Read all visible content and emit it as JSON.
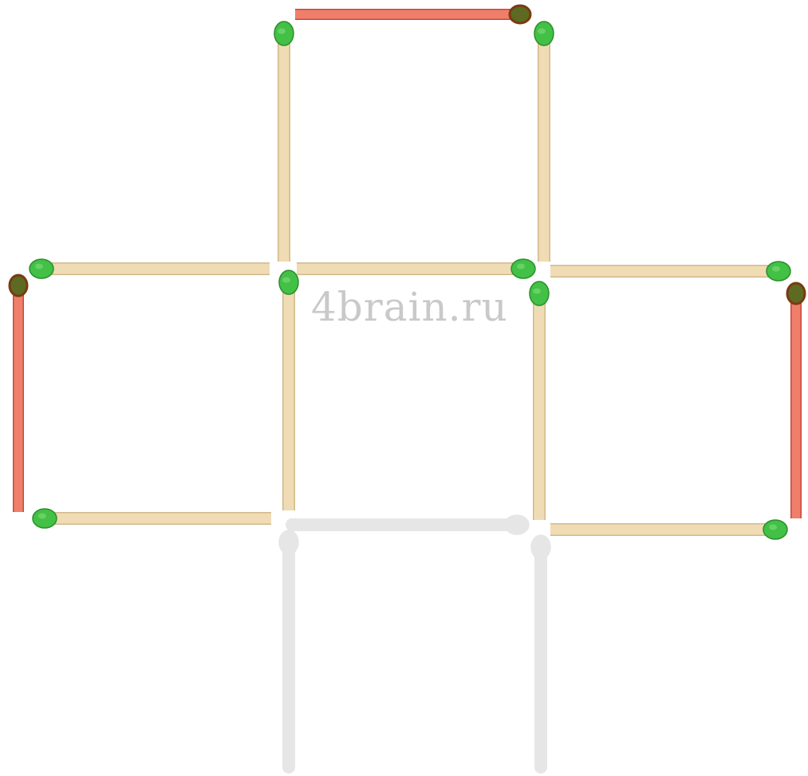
{
  "watermark": "4brain.ru",
  "colors": {
    "background": "#ffffff",
    "stick_wood": "#f0dcb4",
    "stick_outline": "#d2b98c",
    "match_head_default": "#43c046",
    "match_head_default_dark": "#2a8f2c",
    "moved_stick": "#ef7f6b",
    "moved_stick_outline": "#c9473a",
    "moved_head": "#5c6a22",
    "moved_head_ring": "#7a3a10",
    "removed_ghost": "#e6e6e6"
  },
  "matchsticks": [
    {
      "id": "top-square-top",
      "state": "moved",
      "head_icon": "burnt-match-head-icon"
    },
    {
      "id": "top-square-left",
      "state": "default",
      "head_icon": "match-head-icon"
    },
    {
      "id": "top-square-right",
      "state": "default",
      "head_icon": "match-head-icon"
    },
    {
      "id": "left-square-top",
      "state": "default",
      "head_icon": "match-head-icon"
    },
    {
      "id": "left-square-left",
      "state": "moved",
      "head_icon": "burnt-match-head-icon"
    },
    {
      "id": "left-square-bottom",
      "state": "default",
      "head_icon": "match-head-icon"
    },
    {
      "id": "center-square-top",
      "state": "default",
      "head_icon": "match-head-icon"
    },
    {
      "id": "center-square-left",
      "state": "default",
      "head_icon": "match-head-icon"
    },
    {
      "id": "center-square-right",
      "state": "default",
      "head_icon": "match-head-icon"
    },
    {
      "id": "right-square-top",
      "state": "default",
      "head_icon": "match-head-icon"
    },
    {
      "id": "right-square-right",
      "state": "moved",
      "head_icon": "burnt-match-head-icon"
    },
    {
      "id": "right-square-bottom",
      "state": "default",
      "head_icon": "match-head-icon"
    },
    {
      "id": "removed-center-bottom",
      "state": "removed",
      "head_icon": "ghost-match-head-icon"
    },
    {
      "id": "removed-lower-left",
      "state": "removed",
      "head_icon": "ghost-match-head-icon"
    },
    {
      "id": "removed-lower-right",
      "state": "removed",
      "head_icon": "ghost-match-head-icon"
    }
  ]
}
